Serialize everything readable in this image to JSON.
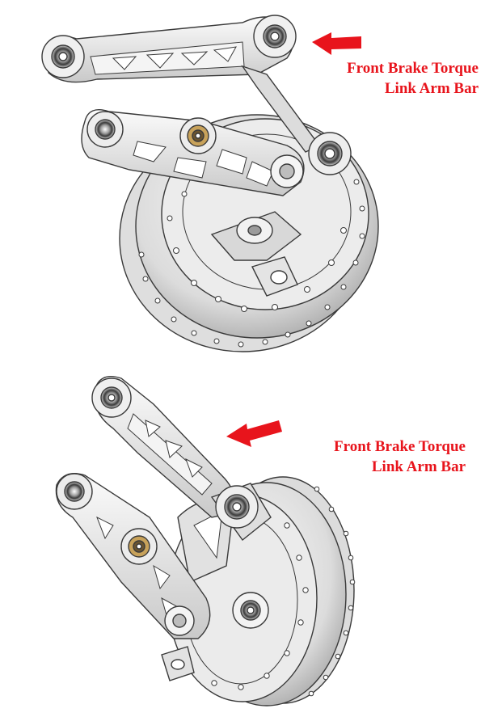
{
  "annotations": [
    {
      "line1": "Front Brake Torque",
      "line2": "Link Arm Bar"
    },
    {
      "line1": "Front Brake Torque",
      "line2": "Link Arm Bar"
    }
  ],
  "colors": {
    "label_text": "#e8141c",
    "arrow": "#e8141c",
    "part_fill": "#e6e6e6",
    "part_shadow": "#b9b9b9",
    "part_stroke": "#3a3a3a",
    "bearing_brass": "#c8a25a"
  }
}
